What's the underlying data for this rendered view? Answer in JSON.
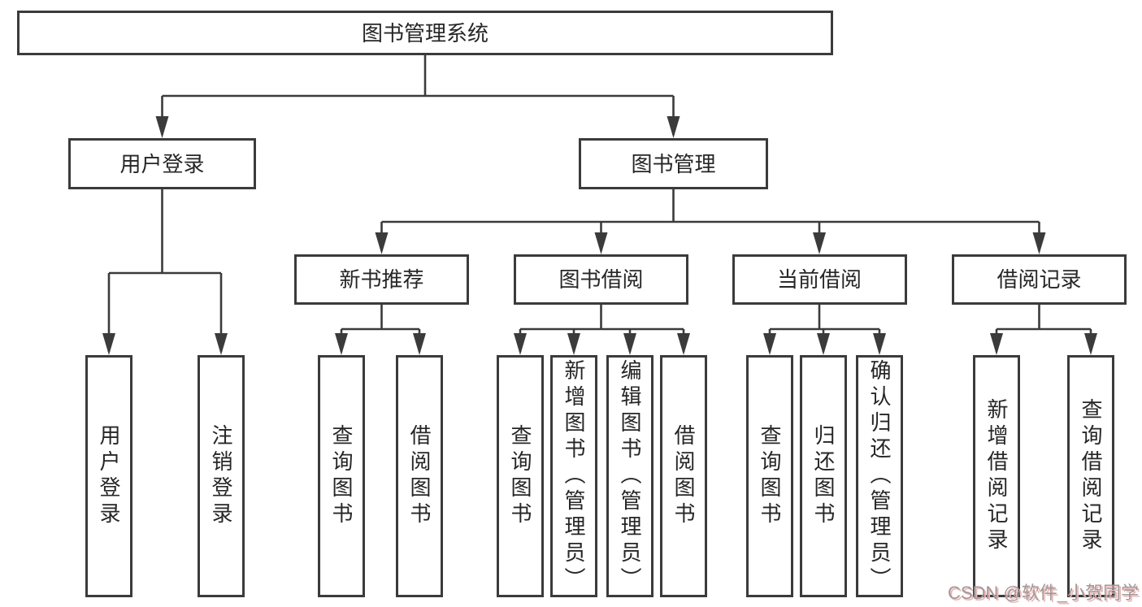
{
  "diagram": {
    "type": "hierarchy-diagram",
    "title": "图书管理系统",
    "root": {
      "id": "root",
      "label": "图书管理系统"
    },
    "level2": [
      {
        "id": "user-login",
        "label": "用户登录",
        "parent": "root"
      },
      {
        "id": "book-management",
        "label": "图书管理",
        "parent": "root"
      }
    ],
    "level3": [
      {
        "id": "new-book-recommend",
        "label": "新书推荐",
        "parent": "book-management"
      },
      {
        "id": "book-borrowing",
        "label": "图书借阅",
        "parent": "book-management"
      },
      {
        "id": "current-borrowing",
        "label": "当前借阅",
        "parent": "book-management"
      },
      {
        "id": "borrowing-records",
        "label": "借阅记录",
        "parent": "book-management"
      }
    ],
    "leaves": [
      {
        "id": "user-login-leaf",
        "label": "用户登录",
        "parent": "user-login"
      },
      {
        "id": "logout",
        "label": "注销登录",
        "parent": "user-login"
      },
      {
        "id": "query-books-recommend",
        "label": "查询图书",
        "parent": "new-book-recommend"
      },
      {
        "id": "borrow-books-recommend",
        "label": "借阅图书",
        "parent": "new-book-recommend"
      },
      {
        "id": "query-books-borrowing",
        "label": "查询图书",
        "parent": "book-borrowing"
      },
      {
        "id": "add-books-admin",
        "label": "新增图书（管理员）",
        "parent": "book-borrowing"
      },
      {
        "id": "edit-books-admin",
        "label": "编辑图书（管理员）",
        "parent": "book-borrowing"
      },
      {
        "id": "borrow-books",
        "label": "借阅图书",
        "parent": "book-borrowing"
      },
      {
        "id": "query-books-current",
        "label": "查询图书",
        "parent": "current-borrowing"
      },
      {
        "id": "return-books",
        "label": "归还图书",
        "parent": "current-borrowing"
      },
      {
        "id": "confirm-return-admin",
        "label": "确认归还（管理员）",
        "parent": "current-borrowing"
      },
      {
        "id": "add-borrowing-record",
        "label": "新增借阅记录",
        "parent": "borrowing-records"
      },
      {
        "id": "query-borrowing-record",
        "label": "查询借阅记录",
        "parent": "borrowing-records"
      }
    ],
    "watermark": {
      "text": "CSDN @软件_小贺同学"
    },
    "colors": {
      "background": "#ffffff",
      "line": "#3b3b3b",
      "box_border": "#3b3b3b",
      "box_fill": "#ffffff",
      "text": "#262626",
      "watermark_text": "#9b9b9b",
      "watermark_shadow": "#f5b3b3"
    }
  }
}
